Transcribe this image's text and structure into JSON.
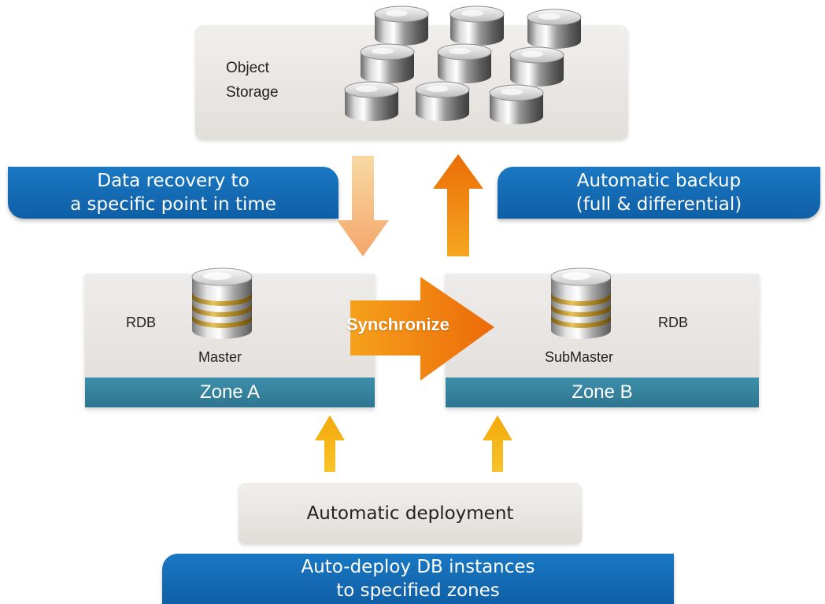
{
  "object_storage": {
    "line1": "Object",
    "line2": "Storage"
  },
  "callouts": {
    "recovery_line1": "Data recovery to",
    "recovery_line2": "a specific point in time",
    "backup_line1": "Automatic backup",
    "backup_line2": "(full & differential)",
    "autodeploy_line1": "Auto-deploy DB instances",
    "autodeploy_line2": "to specified zones"
  },
  "zone_a": {
    "rdb_label": "RDB",
    "db_caption": "Master",
    "zone_label": "Zone A"
  },
  "zone_b": {
    "rdb_label": "RDB",
    "db_caption": "SubMaster",
    "zone_label": "Zone B"
  },
  "sync_label": "Synchronize",
  "deployment_label": "Automatic deployment",
  "icons": {
    "storage_disks": "database-disk-icon",
    "master_db": "database-icon",
    "submaster_db": "database-icon"
  },
  "colors": {
    "callout_blue": "#1a6fb8",
    "zone_bar": "#37839f",
    "orange_arrow": "#f08a10",
    "yellow_arrow": "#f5b40c"
  }
}
